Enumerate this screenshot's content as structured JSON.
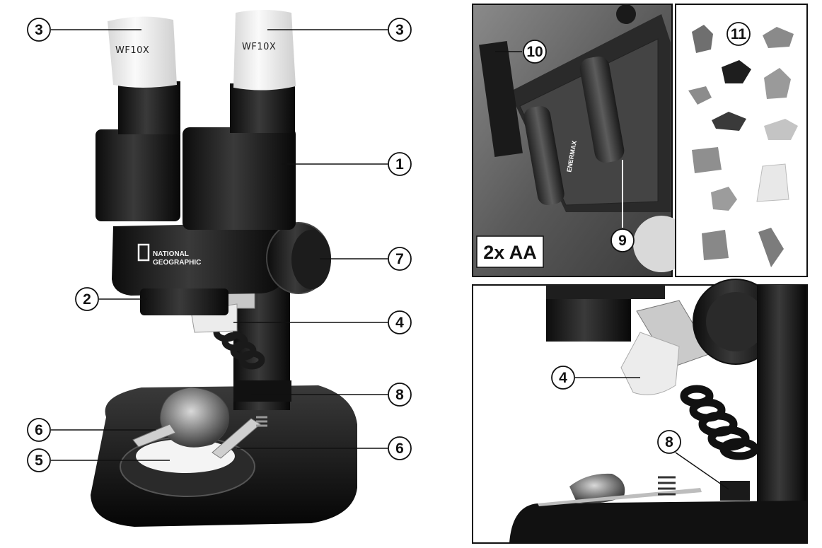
{
  "callouts": {
    "eyepiece_left": "3",
    "eyepiece_right": "3",
    "head": "1",
    "objective": "2",
    "focus_knob": "7",
    "light": "4",
    "switch": "8",
    "clip_left": "6",
    "stage_plate": "5",
    "clip_right": "6",
    "battery_lid": "10",
    "battery_compartment": "9",
    "specimens": "11",
    "detail_light": "4",
    "detail_switch": "8"
  },
  "labels": {
    "eyepiece_left_marking": "WF10X",
    "eyepiece_right_marking": "WF10X",
    "brand_line1": "NATIONAL",
    "brand_line2": "GEOGRAPHIC",
    "battery_type": "2x AA",
    "battery_brand": "ENERMAX"
  },
  "colors": {
    "black_body": "#1a1a1a",
    "eyepiece_cap": "#efefef",
    "metal": "#c8c8c8",
    "panel_bg": "#5a5a5a"
  }
}
